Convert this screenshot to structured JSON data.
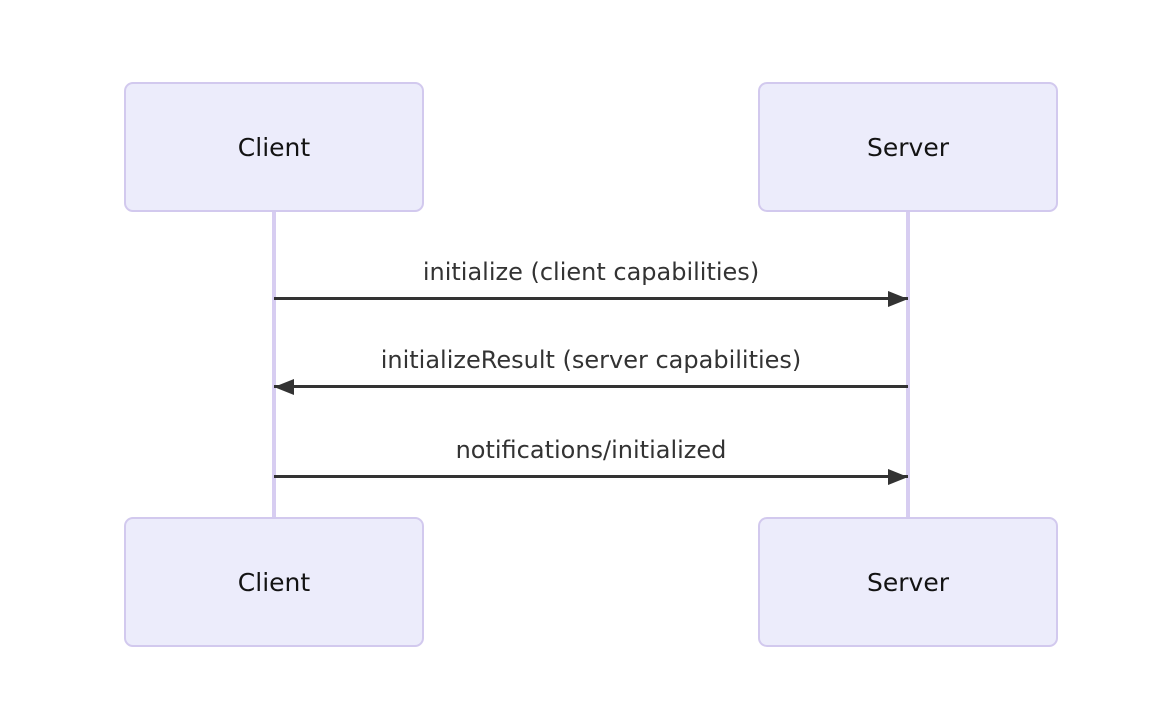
{
  "diagram": {
    "type": "sequence",
    "actors": [
      {
        "id": "client",
        "label": "Client"
      },
      {
        "id": "server",
        "label": "Server"
      }
    ],
    "messages": [
      {
        "label": "initialize (client capabilities)",
        "from": "client",
        "to": "server",
        "direction": "right"
      },
      {
        "label": "initializeResult (server capabilities)",
        "from": "server",
        "to": "client",
        "direction": "left"
      },
      {
        "label": "notifications/initialized",
        "from": "client",
        "to": "server",
        "direction": "right"
      }
    ],
    "colors": {
      "actor_fill": "#ECECFB",
      "actor_border": "#D2C9EE",
      "lifeline": "#D7CDF1",
      "arrow": "#333333",
      "message_text": "#333333",
      "actor_text": "#131313",
      "background": "#FFFFFF"
    }
  }
}
